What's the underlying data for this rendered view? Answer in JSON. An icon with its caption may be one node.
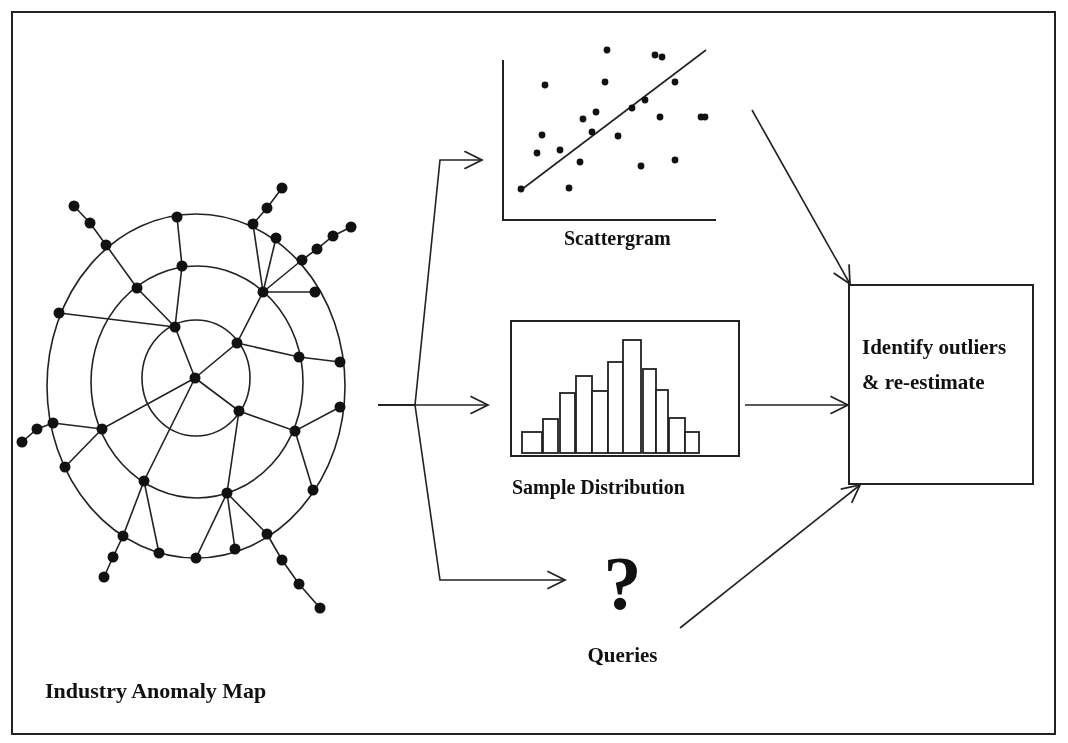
{
  "diagram": {
    "nodes": [
      {
        "text": [
          "Industry Anomaly Map"
        ]
      },
      {
        "text": [
          "Scattergram"
        ]
      },
      {
        "text": [
          "Sample Distribution"
        ]
      },
      {
        "text": [
          "?",
          "Queries"
        ]
      },
      {
        "text": [
          "Identify outliers & re-estimate"
        ]
      }
    ],
    "edges": [
      {
        "from": 0,
        "to": 1,
        "arrow": "to"
      },
      {
        "from": 0,
        "to": 2,
        "arrow": "to"
      },
      {
        "from": 0,
        "to": 3,
        "arrow": "to"
      },
      {
        "from": 1,
        "to": 4,
        "arrow": "to"
      },
      {
        "from": 2,
        "to": 4,
        "arrow": "to"
      },
      {
        "from": 3,
        "to": 4,
        "arrow": "to"
      }
    ]
  }
}
